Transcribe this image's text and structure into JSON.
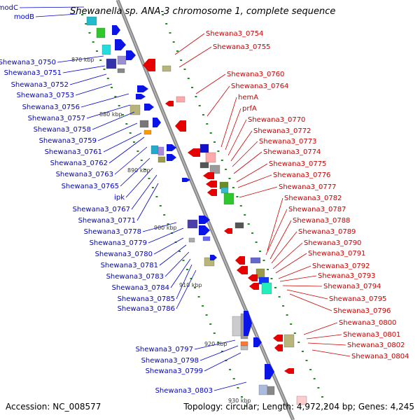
{
  "header": {
    "title": "Shewanella sp. ANA-3 chromosome 1, complete sequence"
  },
  "footer": {
    "accession": "Accession: NC_008577",
    "topology": "Topology: circular; Length: 4,972,204 bp; Genes: 4,245"
  },
  "colors": {
    "forward_label": "#0000cc",
    "reverse_label": "#cc0000",
    "backbone": "#888888",
    "tick": "#228b22"
  },
  "kbp_markers": [
    "870 kbp",
    "880 kbp",
    "890 kbp",
    "900 kbp",
    "910 kbp",
    "920 kbp",
    "930 kbp"
  ],
  "left_labels": [
    "modC",
    "modB",
    "Shewana3_0750",
    "Shewana3_0751",
    "Shewana3_0752",
    "Shewana3_0753",
    "Shewana3_0756",
    "Shewana3_0757",
    "Shewana3_0758",
    "Shewana3_0759",
    "Shewana3_0761",
    "Shewana3_0762",
    "Shewana3_0763",
    "Shewana3_0765",
    "ipk",
    "Shewana3_0767",
    "Shewana3_0771",
    "Shewana3_0778",
    "Shewana3_0779",
    "Shewana3_0780",
    "Shewana3_0781",
    "Shewana3_0783",
    "Shewana3_0784",
    "Shewana3_0785",
    "Shewana3_0786",
    "Shewana3_0797",
    "Shewana3_0798",
    "Shewana3_0799",
    "Shewana3_0803"
  ],
  "right_labels": [
    "Shewana3_0754",
    "Shewana3_0755",
    "Shewana3_0760",
    "Shewana3_0764",
    "hemA",
    "prfA",
    "Shewana3_0770",
    "Shewana3_0772",
    "Shewana3_0773",
    "Shewana3_0774",
    "Shewana3_0775",
    "Shewana3_0776",
    "Shewana3_0777",
    "Shewana3_0782",
    "Shewana3_0787",
    "Shewana3_0788",
    "Shewana3_0789",
    "Shewana3_0790",
    "Shewana3_0791",
    "Shewana3_0792",
    "Shewana3_0793",
    "Shewana3_0794",
    "Shewana3_0795",
    "Shewana3_0796",
    "Shewana3_0800",
    "Shewana3_0801",
    "Shewana3_0802",
    "Shewana3_0804"
  ]
}
